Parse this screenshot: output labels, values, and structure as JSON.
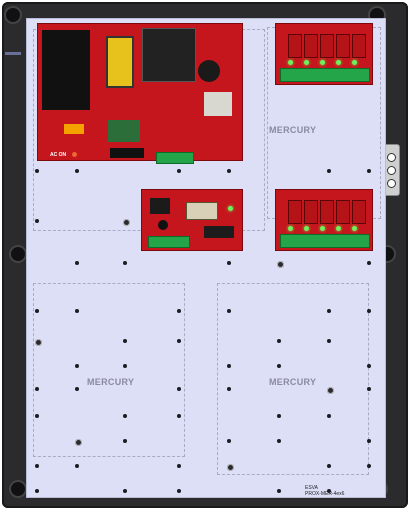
{
  "panel": {
    "zone_label": "MERCURY",
    "board_label": "AC ON",
    "bottom_label_line1": "ESVA",
    "bottom_label_line2": "PROX-MER-4ex6"
  },
  "colors": {
    "enclosure": "#2b2b2d",
    "backplate": "#dcdff6",
    "board_red": "#c4161c",
    "terminal_green": "#25a54a"
  }
}
